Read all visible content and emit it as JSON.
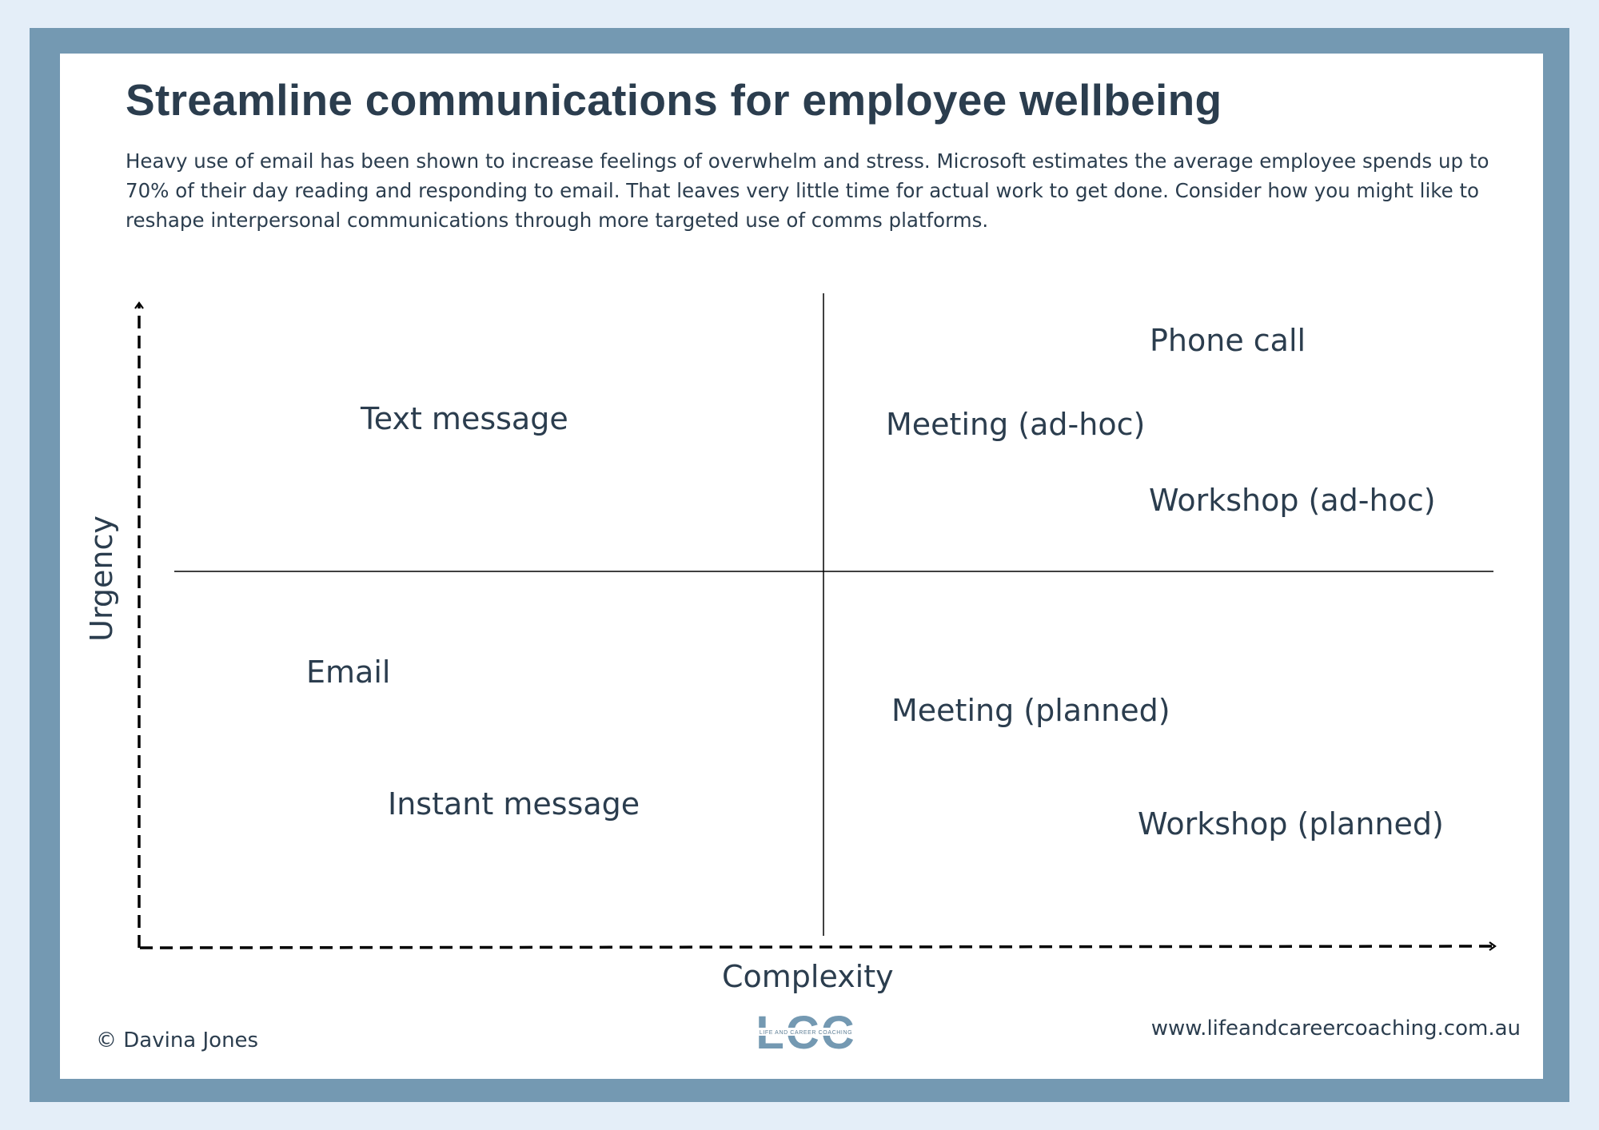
{
  "header": {
    "title": "Streamline communications for employee wellbeing",
    "intro": "Heavy use of email has been shown to increase feelings of overwhelm and stress. Microsoft estimates the average employee spends up to 70% of their day reading and responding to email. That leaves very little time for actual work to get done. Consider how you might like to reshape interpersonal communications through more targeted use of comms platforms."
  },
  "matrix": {
    "y_axis_label": "Urgency",
    "x_axis_label": "Complexity",
    "items": {
      "text_message": "Text message",
      "email": "Email",
      "instant_message": "Instant message",
      "phone_call": "Phone call",
      "meeting_adhoc": "Meeting (ad-hoc)",
      "workshop_adhoc": "Workshop (ad-hoc)",
      "meeting_planned": "Meeting (planned)",
      "workshop_planned": "Workshop (planned)"
    }
  },
  "footer": {
    "copyright": "© Davina Jones",
    "website": "www.lifeandcareercoaching.com.au",
    "logo_letters": "LCC",
    "logo_tagline": "LIFE AND CAREER COACHING"
  },
  "colors": {
    "page_background": "#e4eef8",
    "frame": "#7499b2",
    "text": "#2b3d4e",
    "logo": "#7499b2"
  }
}
